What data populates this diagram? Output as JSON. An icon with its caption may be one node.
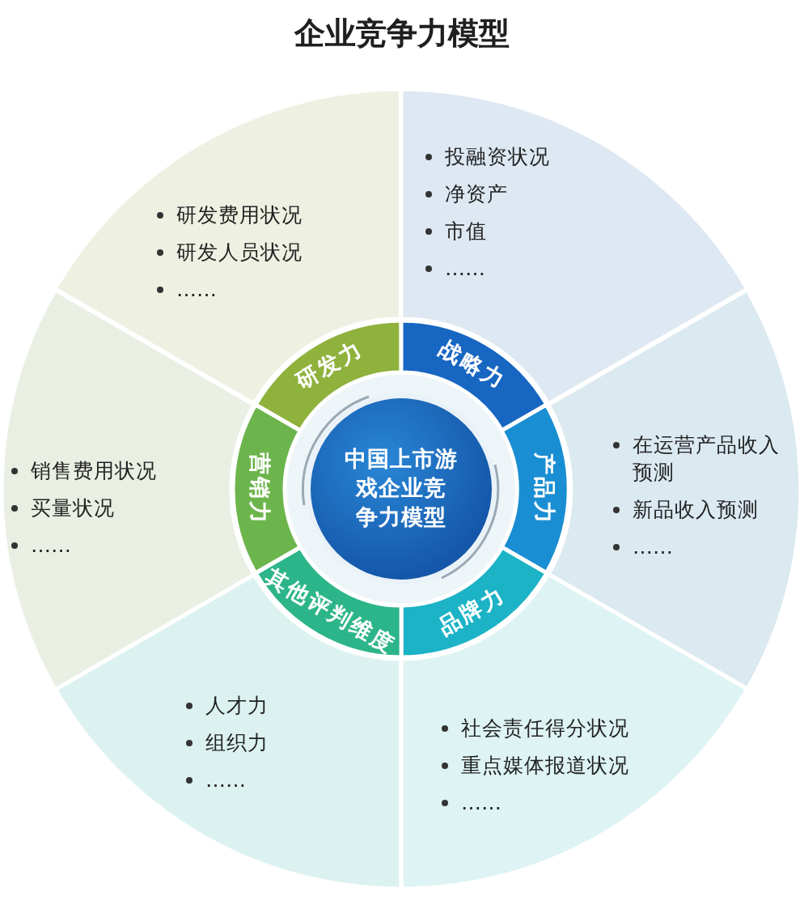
{
  "diagram": {
    "title": "企业竞争力模型",
    "nodes": [
      {
        "text": [
          "中国上市游戏企业竞争力模型"
        ]
      },
      {
        "text": [
          "研发力"
        ]
      },
      {
        "text": [
          "研发费用状况",
          "研发人员状况",
          "……"
        ]
      },
      {
        "text": [
          "战略力"
        ]
      },
      {
        "text": [
          "投融资状况",
          "净资产",
          "市值",
          "……"
        ]
      },
      {
        "text": [
          "产品力"
        ]
      },
      {
        "text": [
          "在运营产品收入预测",
          "新品收入预测",
          "……"
        ]
      },
      {
        "text": [
          "品牌力"
        ]
      },
      {
        "text": [
          "社会责任得分状况",
          "重点媒体报道状况",
          "……"
        ]
      },
      {
        "text": [
          "其他评判维度"
        ]
      },
      {
        "text": [
          "人才力",
          "组织力",
          "……"
        ]
      },
      {
        "text": [
          "营销力"
        ]
      },
      {
        "text": [
          "销售费用状况",
          "买量状况",
          "……"
        ]
      }
    ]
  }
}
